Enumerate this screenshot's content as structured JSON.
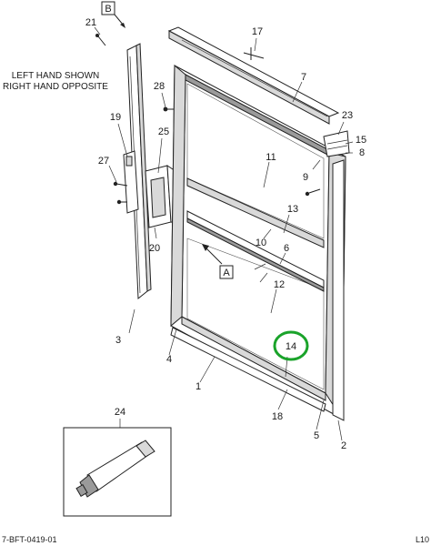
{
  "view_marker_b": "B",
  "view_marker_a": "A",
  "note": {
    "line1": "LEFT HAND SHOWN",
    "line2": "RIGHT HAND OPPOSITE"
  },
  "callouts": {
    "c1": "1",
    "c2": "2",
    "c3": "3",
    "c4": "4",
    "c5": "5",
    "c6": "6",
    "c7": "7",
    "c8": "8",
    "c9": "9",
    "c10": "10",
    "c11": "11",
    "c12": "12",
    "c13": "13",
    "c14": "14",
    "c15": "15",
    "c17": "17",
    "c18": "18",
    "c19": "19",
    "c20": "20",
    "c21": "21",
    "c23": "23",
    "c24": "24",
    "c25": "25",
    "c27": "27",
    "c28": "28"
  },
  "footer": {
    "left": "7-BFT-0419-01",
    "right": "L10"
  },
  "colors": {
    "line": "#222222",
    "highlight": "#1aa32a"
  }
}
